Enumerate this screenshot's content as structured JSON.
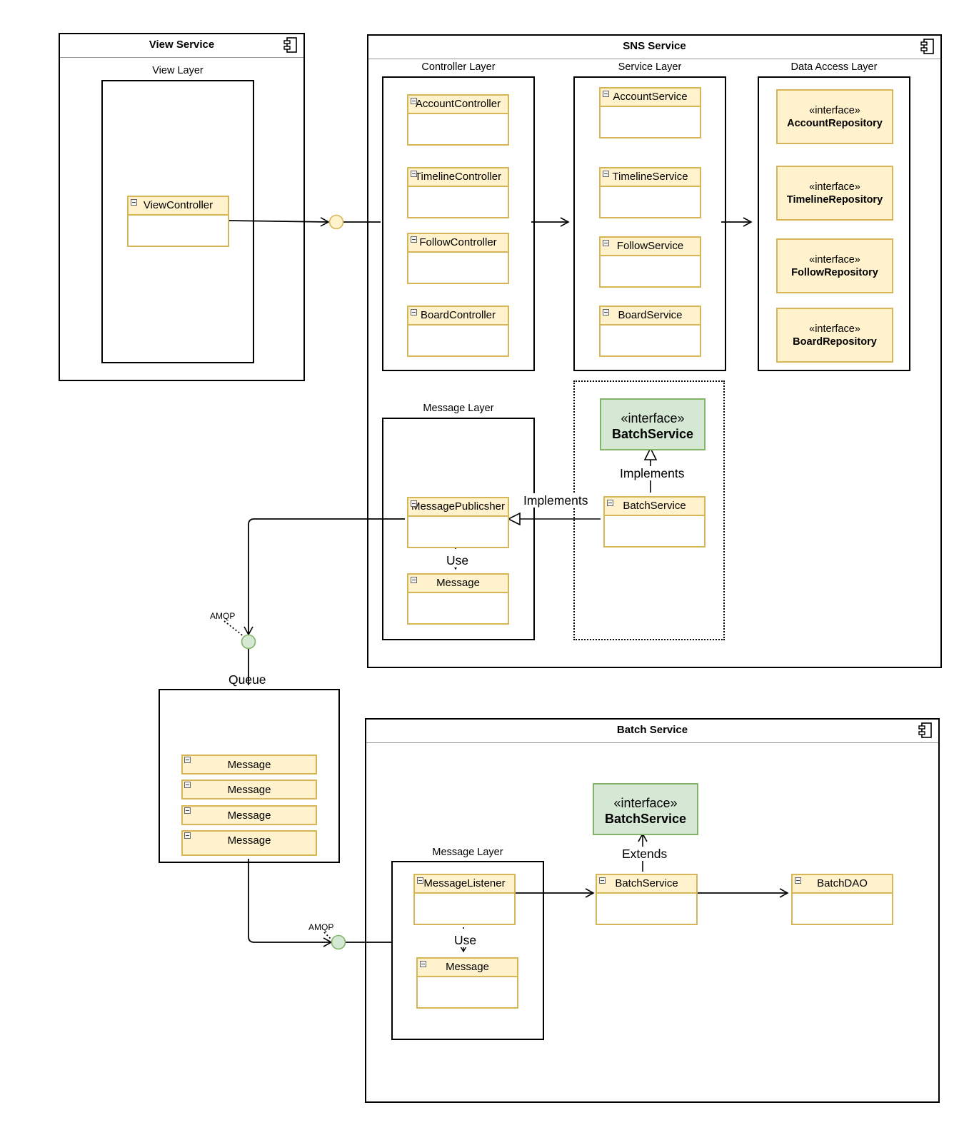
{
  "view_service": {
    "title": "View Service",
    "view_layer": {
      "title": "View Layer",
      "classes": [
        "ViewController"
      ]
    }
  },
  "sns_service": {
    "title": "SNS Service",
    "controller_layer": {
      "title": "Controller Layer",
      "classes": [
        "AccountController",
        "TimelineController",
        "FollowController",
        "BoardController"
      ]
    },
    "service_layer": {
      "title": "Service Layer",
      "classes": [
        "AccountService",
        "TimelineService",
        "FollowService",
        "BoardService"
      ]
    },
    "data_access_layer": {
      "title": "Data Access Layer",
      "stereotype": "«interface»",
      "interfaces": [
        "AccountRepository",
        "TimelineRepository",
        "FollowRepository",
        "BoardRepository"
      ]
    },
    "message_layer": {
      "title": "Message Layer",
      "publisher": "MessagePublicsher",
      "message": "Message",
      "use_label": "Use"
    },
    "batch_group": {
      "interface_stereotype": "«interface»",
      "interface_name": "BatchService",
      "implements_label": "Implements",
      "class_name": "BatchService"
    },
    "implements_label": "Implements"
  },
  "queue": {
    "title": "Queue",
    "amqp_label": "AMQP",
    "messages": [
      "Message",
      "Message",
      "Message",
      "Message"
    ]
  },
  "batch_service": {
    "title": "Batch Service",
    "amqp_label": "AMQP",
    "interface_stereotype": "«interface»",
    "interface_name": "BatchService",
    "extends_label": "Extends",
    "message_layer": {
      "title": "Message Layer",
      "listener": "MessageListener",
      "message": "Message",
      "use_label": "Use"
    },
    "batch_class": "BatchService",
    "dao_class": "BatchDAO"
  },
  "colors": {
    "class_fill": "#fff2cc",
    "class_border": "#d6b656",
    "iface_green_fill": "#d5e8d4",
    "iface_green_border": "#82b366"
  }
}
